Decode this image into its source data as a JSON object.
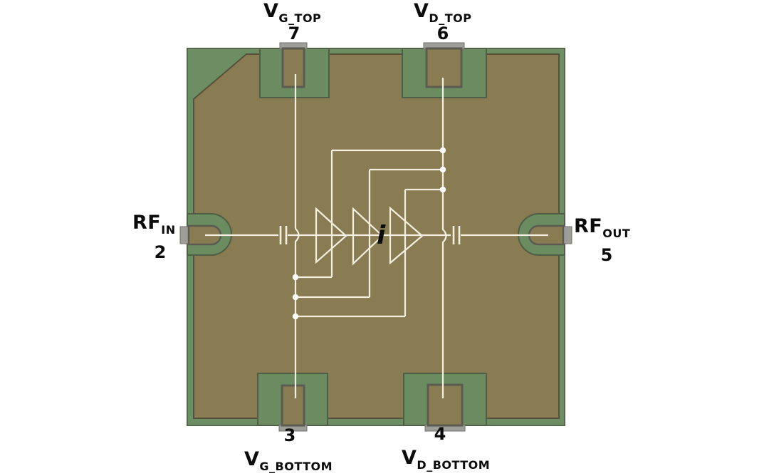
{
  "figure": {
    "pins": [
      {
        "id": "vg_top",
        "main": "V",
        "sub": "G_TOP",
        "number": "7"
      },
      {
        "id": "vd_top",
        "main": "V",
        "sub": "D_TOP",
        "number": "6"
      },
      {
        "id": "rf_in",
        "main": "RF",
        "sub": "IN",
        "number": "2"
      },
      {
        "id": "rf_out",
        "main": "RF",
        "sub": "OUT",
        "number": "5"
      },
      {
        "id": "vg_bottom",
        "main": "V",
        "sub": "G_BOTTOM",
        "number": "3"
      },
      {
        "id": "vd_bottom",
        "main": "V",
        "sub": "D_BOTTOM",
        "number": "4"
      }
    ],
    "annotations": {
      "current_label": "i"
    },
    "schematic": {
      "amplifier_stages": 3,
      "input_dc_block_cap": 1,
      "output_dc_block_cap": 1,
      "gate_bias_tap_dots": 3,
      "drain_bias_tap_dots": 3
    },
    "colors": {
      "background": "#ffffff",
      "die_green": "#6d8e63",
      "well_green": "#6b8c61",
      "die_khaki": "#8a7c52",
      "dark_outline": "#57503a",
      "pad_border": "#5b5b52",
      "pad_stub_gray": "#9d9d9a",
      "trace_white": "#f3f0e2",
      "label_black": "#0b0b0b"
    }
  }
}
